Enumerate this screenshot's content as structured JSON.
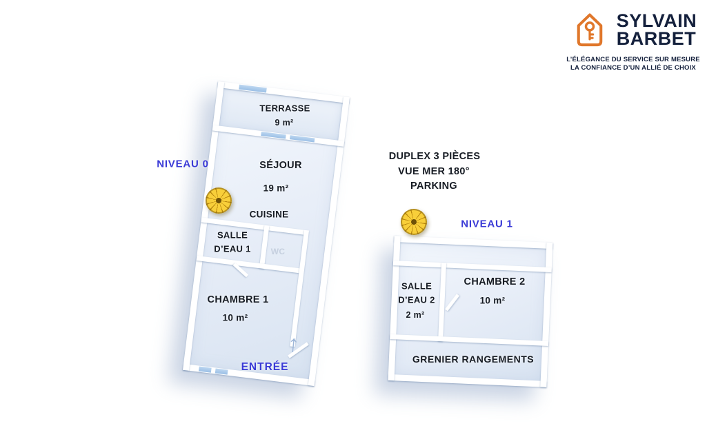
{
  "brand": {
    "name_line1": "SYLVAIN",
    "name_line2": "BARBET",
    "tagline_line1": "L’ÉLÉGANCE DU SERVICE SUR MESURE",
    "tagline_line2": "LA CONFIANCE D’UN ALLIÉ DE CHOIX",
    "icon": "house-key-icon"
  },
  "listing": {
    "line1": "DUPLEX 3 PIÈCES",
    "line2": "VUE MER 180°",
    "line3": "PARKING"
  },
  "level0": {
    "label": "NIVEAU 0",
    "terrasse": {
      "name": "TERRASSE",
      "area": "9 m²"
    },
    "sejour": {
      "name": "SÉJOUR",
      "area": "19 m²"
    },
    "cuisine": {
      "name": "CUISINE"
    },
    "salle_deau_1": {
      "name": "SALLE D’EAU 1"
    },
    "wc": {
      "name": "WC"
    },
    "chambre_1": {
      "name": "CHAMBRE 1",
      "area": "10 m²"
    },
    "entree": "ENTRÉE"
  },
  "level1": {
    "label": "NIVEAU 1",
    "salle_deau_2": {
      "name": "SALLE D’EAU 2",
      "area": "2 m²"
    },
    "chambre_2": {
      "name": "CHAMBRE 2",
      "area": "10 m²"
    },
    "grenier": {
      "name": "GRENIER RANGEMENTS"
    }
  },
  "icons": {
    "spiral_staircase": "spiral-staircase",
    "entrance_arrow": "↑"
  },
  "colors": {
    "accent_blue": "#3a3ad6",
    "brand_orange": "#e0772b",
    "brand_navy": "#14203c",
    "floor_light": "#f4f8fd",
    "floor_shade": "#d8e3f1",
    "stair_gold": "#f8cf3a"
  }
}
